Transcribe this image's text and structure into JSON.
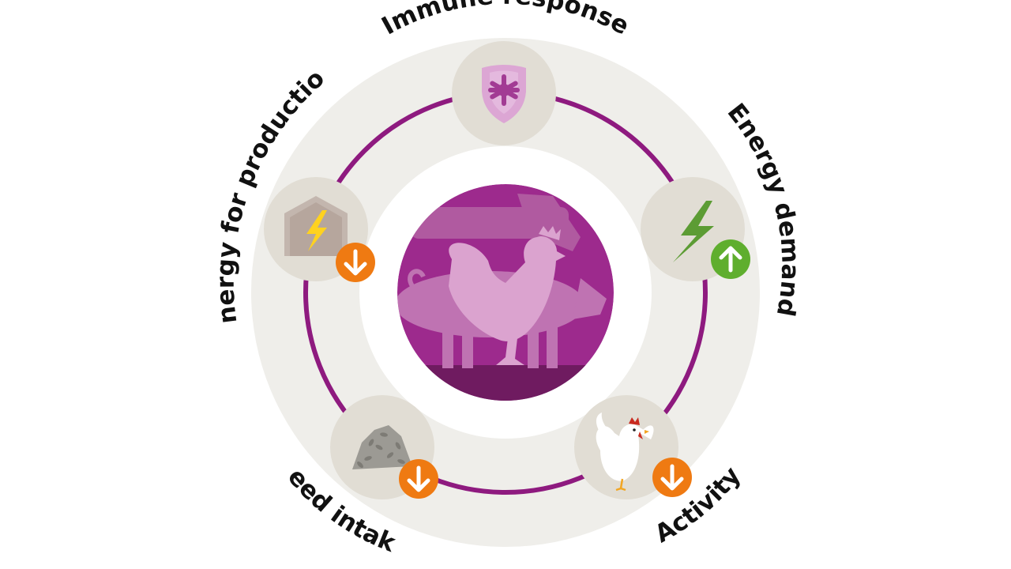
{
  "colors": {
    "background": "#ffffff",
    "outer_ring": "#efeeea",
    "node_fill": "#e1ddd4",
    "cycle_line": "#8e1a7f",
    "center_purple": "#9d2a8d",
    "center_dark": "#6f1b60",
    "animal_light": "#dba3cf",
    "animal_mid": "#b86aa8",
    "arrow_down": "#ef7a12",
    "arrow_up": "#5fae2e",
    "shield": "#dca6d4",
    "bolt_yellow": "#ffd21f",
    "bolt_green": "#5c9c34",
    "feed_grey": "#9c9a94"
  },
  "center": {
    "icon": "chicken-cow-pig-illustration"
  },
  "nodes": [
    {
      "id": "immune",
      "label": "Immune response",
      "icon": "shield-star-icon",
      "indicator": "none"
    },
    {
      "id": "energy-demand",
      "label": "Energy demand",
      "icon": "green-bolt-icon",
      "indicator": "up"
    },
    {
      "id": "activity",
      "label": "Activity",
      "icon": "white-hen-icon",
      "indicator": "down"
    },
    {
      "id": "feed",
      "label": "Feed intake",
      "icon": "feed-pile-icon",
      "indicator": "down"
    },
    {
      "id": "production",
      "label": "Energy for production",
      "icon": "barn-bolt-icon",
      "indicator": "down"
    }
  ]
}
